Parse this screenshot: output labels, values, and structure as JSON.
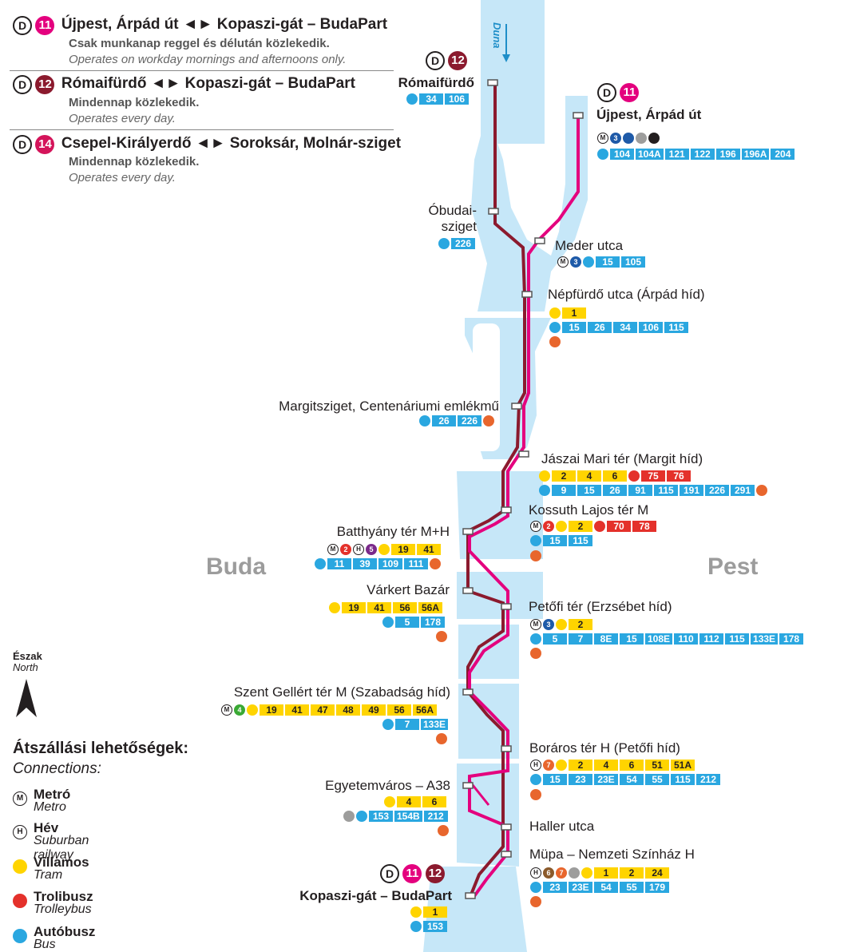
{
  "colors": {
    "line11": "#e4007e",
    "line12": "#8b1a2e",
    "line14": "#d4145a",
    "water": "#c6e7f8",
    "bus": "#2aa7e0",
    "tram": "#ffd400",
    "trolley": "#e4312b",
    "bike": "#e8662d"
  },
  "legend": [
    {
      "num": "11",
      "title": "Újpest, Árpád út ◄► Kopaszi-gát – BudaPart",
      "hu": "Csak munkanap reggel és délután közlekedik.",
      "en": "Operates on workday mornings and afternoons only."
    },
    {
      "num": "12",
      "title": "Rómaifürdő ◄► Kopaszi-gát – BudaPart",
      "hu": "Mindennap közlekedik.",
      "en": "Operates every day."
    },
    {
      "num": "14",
      "title": "Csepel-Királyerdő ◄► Soroksár, Molnár-sziget",
      "hu": "Mindennap közlekedik.",
      "en": "Operates every day."
    }
  ],
  "river_label": "Duna",
  "bank_buda": "Buda",
  "bank_pest": "Pest",
  "north": {
    "hu": "Észak",
    "en": "North"
  },
  "connections": {
    "title_hu": "Átszállási lehetőségek:",
    "title_en": "Connections:",
    "items": [
      {
        "icon": "metro-icon",
        "hu": "Metró",
        "en": "Metro"
      },
      {
        "icon": "hev-icon",
        "hu": "Hév",
        "en": "Suburban railway"
      },
      {
        "icon": "tram-icon",
        "hu": "Villamos",
        "en": "Tram"
      },
      {
        "icon": "trolleybus-icon",
        "hu": "Trolibusz",
        "en": "Trolleybus"
      },
      {
        "icon": "bus-icon",
        "hu": "Autóbusz",
        "en": "Bus"
      }
    ]
  },
  "stops": {
    "romaifurdo": {
      "name": "Rómaifürdő",
      "bus": [
        "34",
        "106"
      ]
    },
    "ujpest": {
      "name": "Újpest, Árpád út",
      "bus": [
        "104",
        "104A",
        "121",
        "122",
        "196",
        "196A",
        "204"
      ],
      "metro": "3"
    },
    "obudai": {
      "name1": "Óbudai-",
      "name2": "sziget",
      "bus": [
        "226"
      ]
    },
    "meder": {
      "name": "Meder utca",
      "metro": "3",
      "bus": [
        "15",
        "105"
      ]
    },
    "nepfurdo": {
      "name": "Népfürdő utca (Árpád híd)",
      "tram": [
        "1"
      ],
      "bus": [
        "15",
        "26",
        "34",
        "106",
        "115"
      ]
    },
    "margitsziget": {
      "name": "Margitsziget, Centenáriumi emlékmű",
      "bus": [
        "26",
        "226"
      ]
    },
    "jaszai": {
      "name": "Jászai Mari tér (Margit híd)",
      "tram": [
        "2",
        "4",
        "6"
      ],
      "trolley": [
        "75",
        "76"
      ],
      "bus": [
        "9",
        "15",
        "26",
        "91",
        "115",
        "191",
        "226",
        "291"
      ]
    },
    "kossuth": {
      "name": "Kossuth Lajos tér M",
      "metro": "2",
      "tram": [
        "2"
      ],
      "trolley": [
        "70",
        "78"
      ],
      "bus": [
        "15",
        "115"
      ]
    },
    "batthyany": {
      "name": "Batthyány tér M+H",
      "metro": "2",
      "hev": "5",
      "tram": [
        "19",
        "41"
      ],
      "bus": [
        "11",
        "39",
        "109",
        "111"
      ]
    },
    "varkert": {
      "name": "Várkert Bazár",
      "tram": [
        "19",
        "41",
        "56",
        "56A"
      ],
      "bus": [
        "5",
        "178"
      ]
    },
    "petofi": {
      "name": "Petőfi tér (Erzsébet híd)",
      "metro": "3",
      "tram": [
        "2"
      ],
      "bus": [
        "5",
        "7",
        "8E",
        "15",
        "108E",
        "110",
        "112",
        "115",
        "133E",
        "178"
      ]
    },
    "gellert": {
      "name": "Szent Gellért tér M (Szabadság híd)",
      "metro": "4",
      "tram": [
        "19",
        "41",
        "47",
        "48",
        "49",
        "56",
        "56A"
      ],
      "bus": [
        "7",
        "133E"
      ]
    },
    "boraros": {
      "name": "Boráros tér H (Petőfi híd)",
      "hev": "7",
      "tram": [
        "2",
        "4",
        "6",
        "51",
        "51A"
      ],
      "bus": [
        "15",
        "23",
        "23E",
        "54",
        "55",
        "115",
        "212"
      ]
    },
    "egyetemvaros": {
      "name": "Egyetemváros – A38",
      "tram": [
        "4",
        "6"
      ],
      "bus": [
        "153",
        "154B",
        "212"
      ]
    },
    "haller": {
      "name": "Haller utca"
    },
    "mupa": {
      "name": "Müpa – Nemzeti Színház H",
      "hev1": "6",
      "hev2": "7",
      "tram": [
        "1",
        "2",
        "24"
      ],
      "bus": [
        "23",
        "23E",
        "54",
        "55",
        "179"
      ]
    },
    "kopaszi": {
      "name": "Kopaszi-gát – BudaPart",
      "tram": [
        "1"
      ],
      "bus": [
        "153"
      ]
    }
  },
  "terminal_badges": {
    "romai": "12",
    "ujpest": "11",
    "kopaszi_a": "11",
    "kopaszi_b": "12"
  }
}
